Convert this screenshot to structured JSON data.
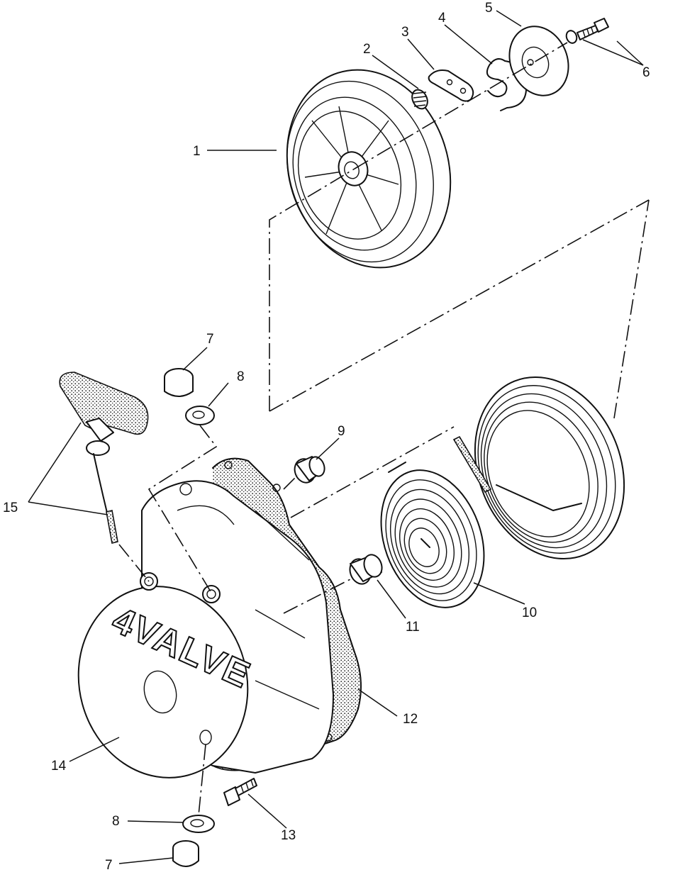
{
  "callouts": {
    "c1": "1",
    "c2": "2",
    "c3": "3",
    "c4": "4",
    "c5": "5",
    "c6": "6",
    "c7_top": "7",
    "c8_top": "8",
    "c9": "9",
    "c10": "10",
    "c11": "11",
    "c12": "12",
    "c13": "13",
    "c14": "14",
    "c15": "15",
    "c8_bottom": "8",
    "c7_bottom": "7"
  },
  "cover_emboss": "4VALVE"
}
